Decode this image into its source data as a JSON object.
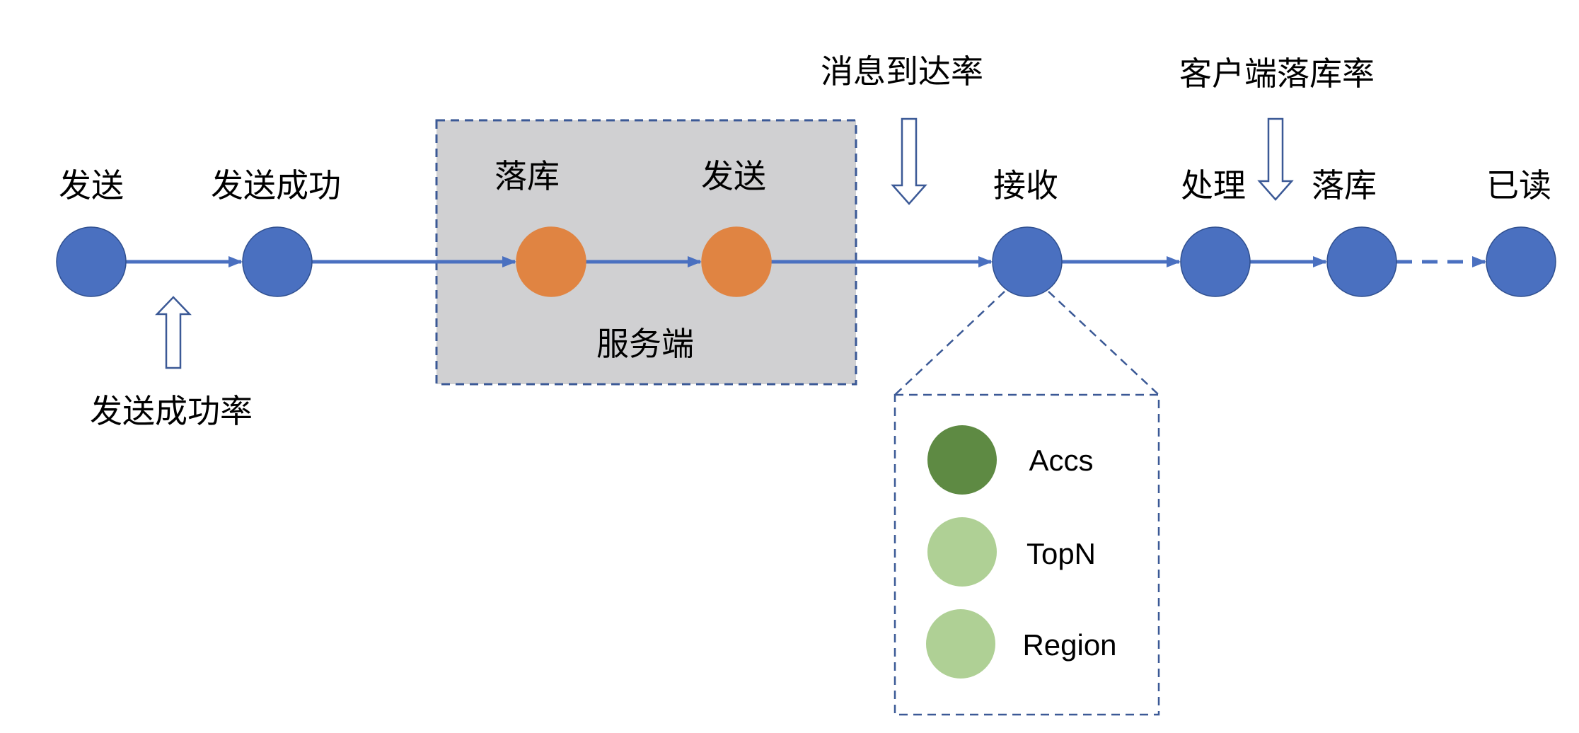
{
  "colors": {
    "client_node": "#4a70c0",
    "client_node_stroke": "#2f4f8f",
    "server_node": "#e08442",
    "server_box": "#d0d0d2",
    "edge": "#4a70c0",
    "dashed_border": "#3b5996",
    "metric_arrow": "#3b5996",
    "accs": "#5e8a43",
    "topn": "#afd095",
    "region": "#afd095"
  },
  "stages": [
    {
      "id": "send",
      "label": "发送"
    },
    {
      "id": "send-success",
      "label": "发送成功"
    },
    {
      "id": "server-store",
      "label": "落库"
    },
    {
      "id": "server-send",
      "label": "发送"
    },
    {
      "id": "receive",
      "label": "接收"
    },
    {
      "id": "process",
      "label": "处理"
    },
    {
      "id": "client-store",
      "label": "落库"
    },
    {
      "id": "read",
      "label": "已读"
    }
  ],
  "server_box": {
    "label": "服务端"
  },
  "metrics": {
    "send_success_rate": "发送成功率",
    "arrival_rate": "消息到达率",
    "client_store_rate": "客户端落库率"
  },
  "receive_detail": {
    "items": [
      {
        "label": "Accs",
        "color_key": "accs"
      },
      {
        "label": "TopN",
        "color_key": "topn"
      },
      {
        "label": "Region",
        "color_key": "region"
      }
    ]
  }
}
